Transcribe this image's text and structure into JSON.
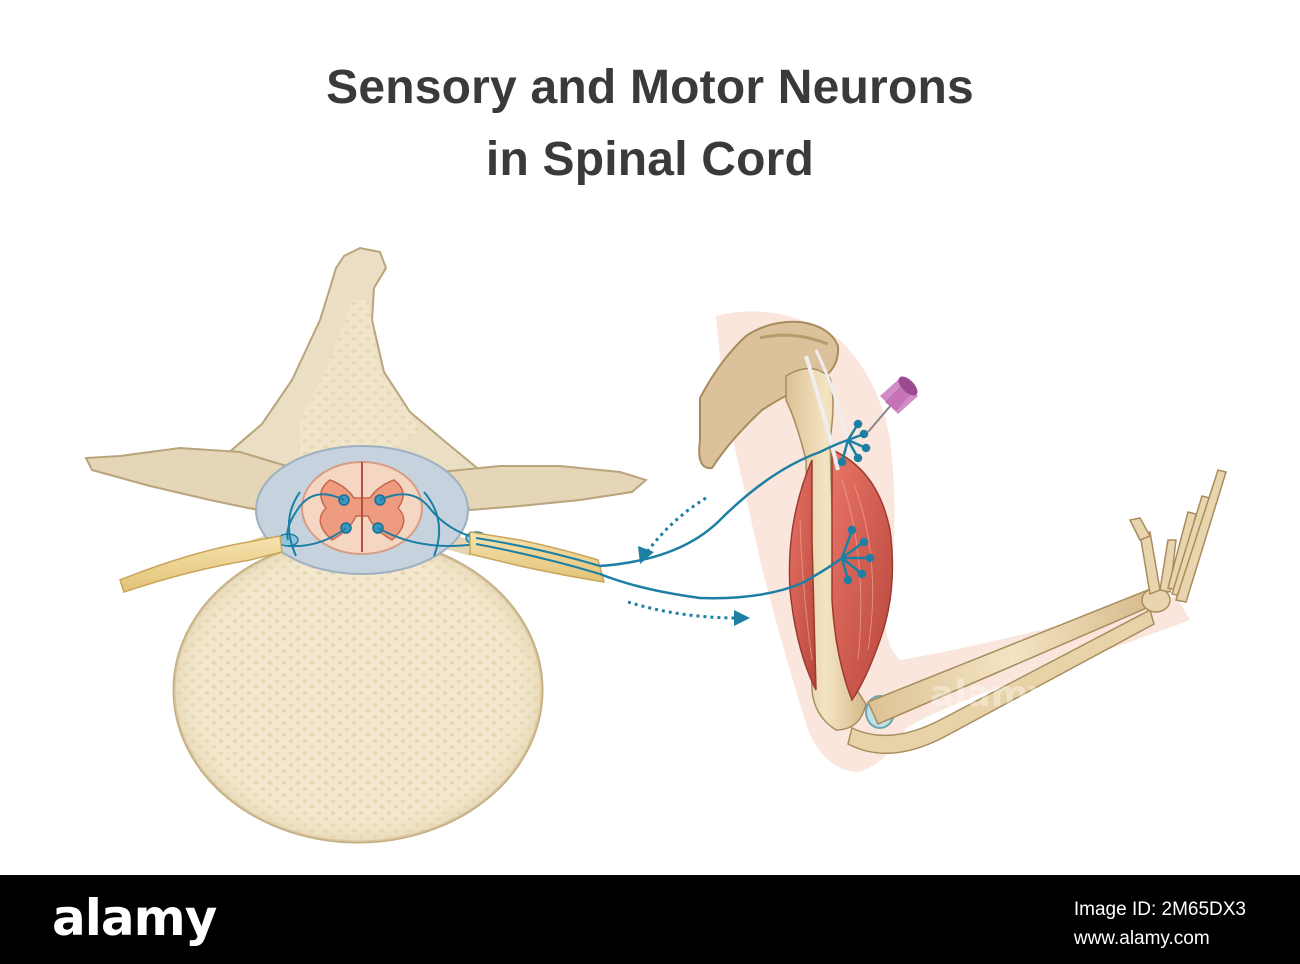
{
  "title": {
    "line1": "Sensory and Motor Neurons",
    "line2": "in Spinal Cord"
  },
  "watermark": "alamy",
  "footer": {
    "brand": "alamy",
    "image_id_label": "Image ID: 2M65DX3",
    "site": "www.alamy.com"
  },
  "colors": {
    "title": "#3a3a3a",
    "bone": "#e9dcc0",
    "vertebral_body": "#f5ecd4",
    "nerve": "#f0d79a",
    "neuron_path": "#1d7fa3",
    "grey_matter": "#f2a98e",
    "muscle": "#d7574a",
    "pin": "#b55aa8",
    "footer_bg": "#000000"
  }
}
